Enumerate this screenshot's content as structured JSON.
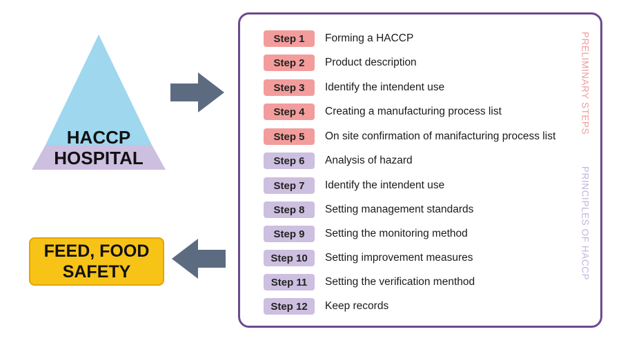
{
  "triangle": {
    "line1": "HACCP",
    "line2": "HOSPITAL",
    "top_color": "#9fd7ef",
    "bottom_color": "#cdbfe0"
  },
  "feed_box": {
    "line1": "FEED, FOOD",
    "line2": "SAFETY",
    "color": "#f7c316"
  },
  "arrow_color": "#5d6b80",
  "steps_panel": {
    "border_color": "#6b4a8e",
    "preliminary_label": "PRELIMINARY STEPS",
    "principles_label": "PRINCIPLES OF HACCP",
    "preliminary_color": "#f29d9c",
    "principles_color": "#cdbfe0",
    "steps": [
      {
        "label": "Step 1",
        "text": "Forming a HACCP",
        "group": "preliminary"
      },
      {
        "label": "Step 2",
        "text": "Product description",
        "group": "preliminary"
      },
      {
        "label": "Step 3",
        "text": "Identify the intendent use",
        "group": "preliminary"
      },
      {
        "label": "Step 4",
        "text": "Creating a manufacturing process list",
        "group": "preliminary"
      },
      {
        "label": "Step 5",
        "text": "On site confirmation of manifacturing process list",
        "group": "preliminary"
      },
      {
        "label": "Step 6",
        "text": "Analysis of hazard",
        "group": "principles"
      },
      {
        "label": "Step 7",
        "text": "Identify the intendent use",
        "group": "principles"
      },
      {
        "label": "Step 8",
        "text": "Setting management standards",
        "group": "principles"
      },
      {
        "label": "Step 9",
        "text": "Setting the monitoring method",
        "group": "principles"
      },
      {
        "label": "Step 10",
        "text": "Setting improvement measures",
        "group": "principles"
      },
      {
        "label": "Step 11",
        "text": "Setting the verification menthod",
        "group": "principles"
      },
      {
        "label": "Step 12",
        "text": "Keep records",
        "group": "principles"
      }
    ]
  }
}
